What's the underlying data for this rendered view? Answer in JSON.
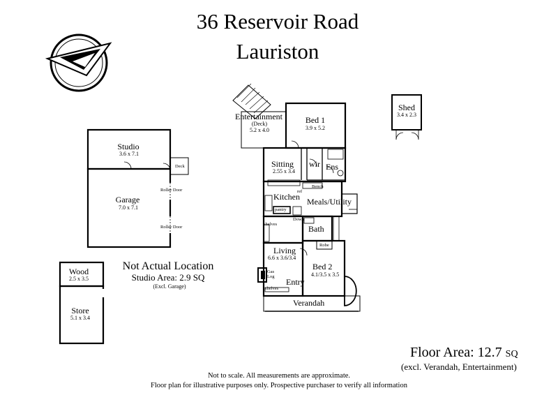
{
  "title": {
    "line1": "36 Reservoir Road",
    "line2": "Lauriston"
  },
  "rooms": {
    "entertainment": {
      "name": "Entertainment",
      "sub": "(Deck)",
      "dims": "5.2 x 4.0"
    },
    "bed1": {
      "name": "Bed 1",
      "dims": "3.9 x 5.2"
    },
    "sitting": {
      "name": "Sitting",
      "dims": "2.55 x 3.4"
    },
    "wir": {
      "name": "wir"
    },
    "ens": {
      "name": "Ens"
    },
    "bench": {
      "name": "Bench"
    },
    "ref": {
      "name": "ref"
    },
    "kitchen": {
      "name": "Kitchen"
    },
    "pantry": {
      "name": "pantry"
    },
    "meals": {
      "name": "Meals/Utility"
    },
    "shelves_upper": {
      "name": "shelves"
    },
    "down": {
      "name": "Down"
    },
    "bath": {
      "name": "Bath"
    },
    "robe": {
      "name": "Robe"
    },
    "living": {
      "name": "Living",
      "dims": "6.6 x 3.6/3.4"
    },
    "gas_log": {
      "name": "Gas Log"
    },
    "bed2": {
      "name": "Bed 2",
      "dims": "4.1/3.5 x 3.5"
    },
    "entry": {
      "name": "Entry"
    },
    "shelves_lower": {
      "name": "shelves"
    },
    "verandah": {
      "name": "Verandah"
    },
    "shed": {
      "name": "Shed",
      "dims": "3.4 x 2.3"
    },
    "studio": {
      "name": "Studio",
      "dims": "3.6 x 7.1"
    },
    "deck": {
      "name": "Deck"
    },
    "garage": {
      "name": "Garage",
      "dims": "7.0 x 7.1"
    },
    "roller1": {
      "name": "Roller Door"
    },
    "roller2": {
      "name": "Roller Door"
    },
    "wood": {
      "name": "Wood",
      "dims": "2.5 x 3.5"
    },
    "store": {
      "name": "Store",
      "dims": "5.1 x 3.4"
    }
  },
  "location_note": {
    "heading": "Not Actual Location",
    "studio_area": "Studio Area: 2.9 SQ",
    "excl": "(Excl. Garage)"
  },
  "floor_area": {
    "label": "Floor Area: 12.7",
    "unit": "SQ",
    "excl": "(excl. Verandah, Entertainment)"
  },
  "disclaimer": {
    "line1": "Not to scale. All measurements are approximate.",
    "line2": "Floor plan for illustrative purposes only. Prospective purchaser to verify all information"
  },
  "icons": {
    "compass": "north-compass-icon"
  }
}
